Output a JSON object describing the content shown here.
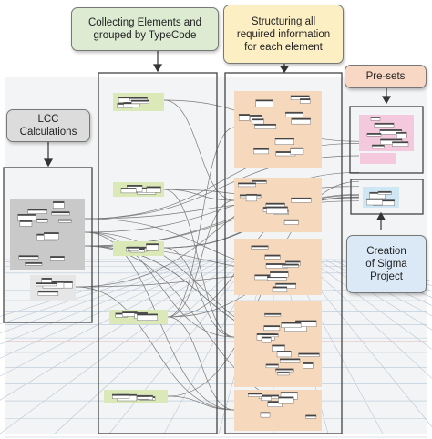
{
  "callouts": {
    "collecting": {
      "line1": "Collecting Elements and",
      "line2": "grouped by TypeCode",
      "bg": "#dcebd2"
    },
    "structuring": {
      "line1": "Structuring all",
      "line2": "required information",
      "line3": "for each element",
      "bg": "#fdefc4"
    },
    "presets": {
      "line1": "Pre-sets",
      "bg": "#f8d7c4"
    },
    "lcc": {
      "line1": "LCC",
      "line2": "Calculations",
      "bg": "#dcdcdc"
    },
    "sigma": {
      "line1": "Creation",
      "line2": "of Sigma",
      "line3": "Project",
      "bg": "#dbe9f6"
    }
  },
  "colors": {
    "green_group": "#dbe8b8",
    "orange_group": "#f6d9bd",
    "pink_group": "#f4c9dd",
    "blue_group": "#cfe6f4",
    "gray_group": "#c9c9c9",
    "frame": "#444444",
    "grid": "#b9c7d6",
    "wire": "#7a7a7a"
  }
}
